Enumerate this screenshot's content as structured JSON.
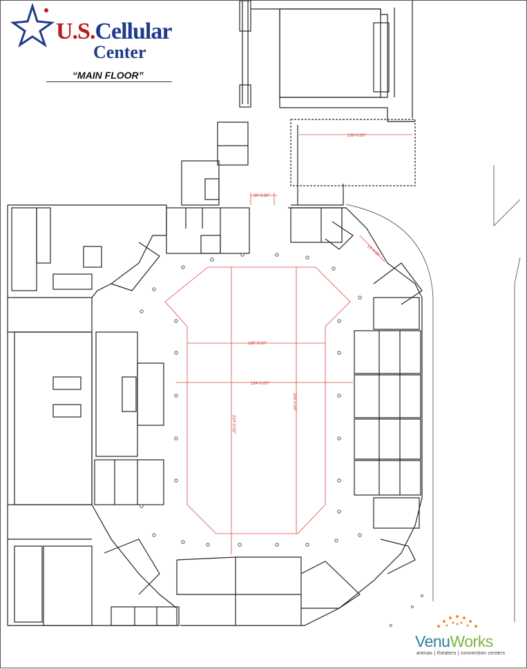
{
  "brand": {
    "us_text": "U.S.",
    "cellular_text": "Cellular",
    "center_text": "Center"
  },
  "floor_label": "“MAIN FLOOR”",
  "venuworks": {
    "venu": "Venu",
    "works": "Works",
    "tagline": "arenas | theaters | convention centers"
  },
  "dimensions": {
    "width_upper": "180'-0.00\"",
    "width_main": "134'-0.00\"",
    "length_left": "214'-0.00\"",
    "length_right": "200'-0.00\"",
    "gate_top": "30'-0.00\"",
    "dock": "100'-0.00\"",
    "corridor": "13'-0.00\""
  },
  "colors": {
    "brand_red": "#b91c1c",
    "brand_blue": "#1e3a8a",
    "dimension_red": "#cc3333",
    "venuworks_blue": "#2a7f9e",
    "venuworks_green": "#7cb342",
    "venuworks_orange": "#f08a24"
  }
}
